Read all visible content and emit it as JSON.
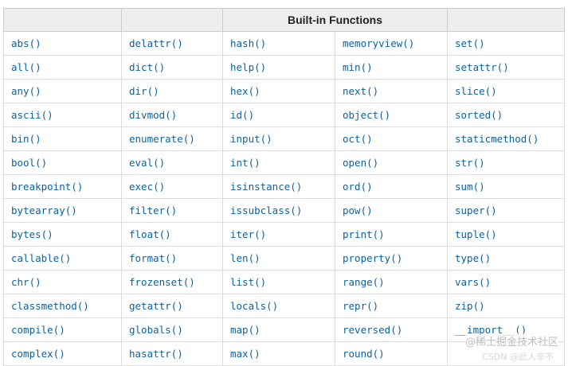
{
  "table": {
    "title": "Built-in Functions",
    "columns": [
      [
        "abs()",
        "all()",
        "any()",
        "ascii()",
        "bin()",
        "bool()",
        "breakpoint()",
        "bytearray()",
        "bytes()",
        "callable()",
        "chr()",
        "classmethod()",
        "compile()",
        "complex()"
      ],
      [
        "delattr()",
        "dict()",
        "dir()",
        "divmod()",
        "enumerate()",
        "eval()",
        "exec()",
        "filter()",
        "float()",
        "format()",
        "frozenset()",
        "getattr()",
        "globals()",
        "hasattr()"
      ],
      [
        "hash()",
        "help()",
        "hex()",
        "id()",
        "input()",
        "int()",
        "isinstance()",
        "issubclass()",
        "iter()",
        "len()",
        "list()",
        "locals()",
        "map()",
        "max()"
      ],
      [
        "memoryview()",
        "min()",
        "next()",
        "object()",
        "oct()",
        "open()",
        "ord()",
        "pow()",
        "print()",
        "property()",
        "range()",
        "repr()",
        "reversed()",
        "round()"
      ],
      [
        "set()",
        "setattr()",
        "slice()",
        "sorted()",
        "staticmethod()",
        "str()",
        "sum()",
        "super()",
        "tuple()",
        "type()",
        "vars()",
        "zip()",
        "__import__()",
        ""
      ]
    ]
  },
  "watermark": {
    "text": "@稀土掘金技术社区",
    "text2": "CSDN @此人非不"
  },
  "colors": {
    "link": "#0e5f9e",
    "header_bg": "#eeeeee",
    "border": "#dddddd"
  }
}
